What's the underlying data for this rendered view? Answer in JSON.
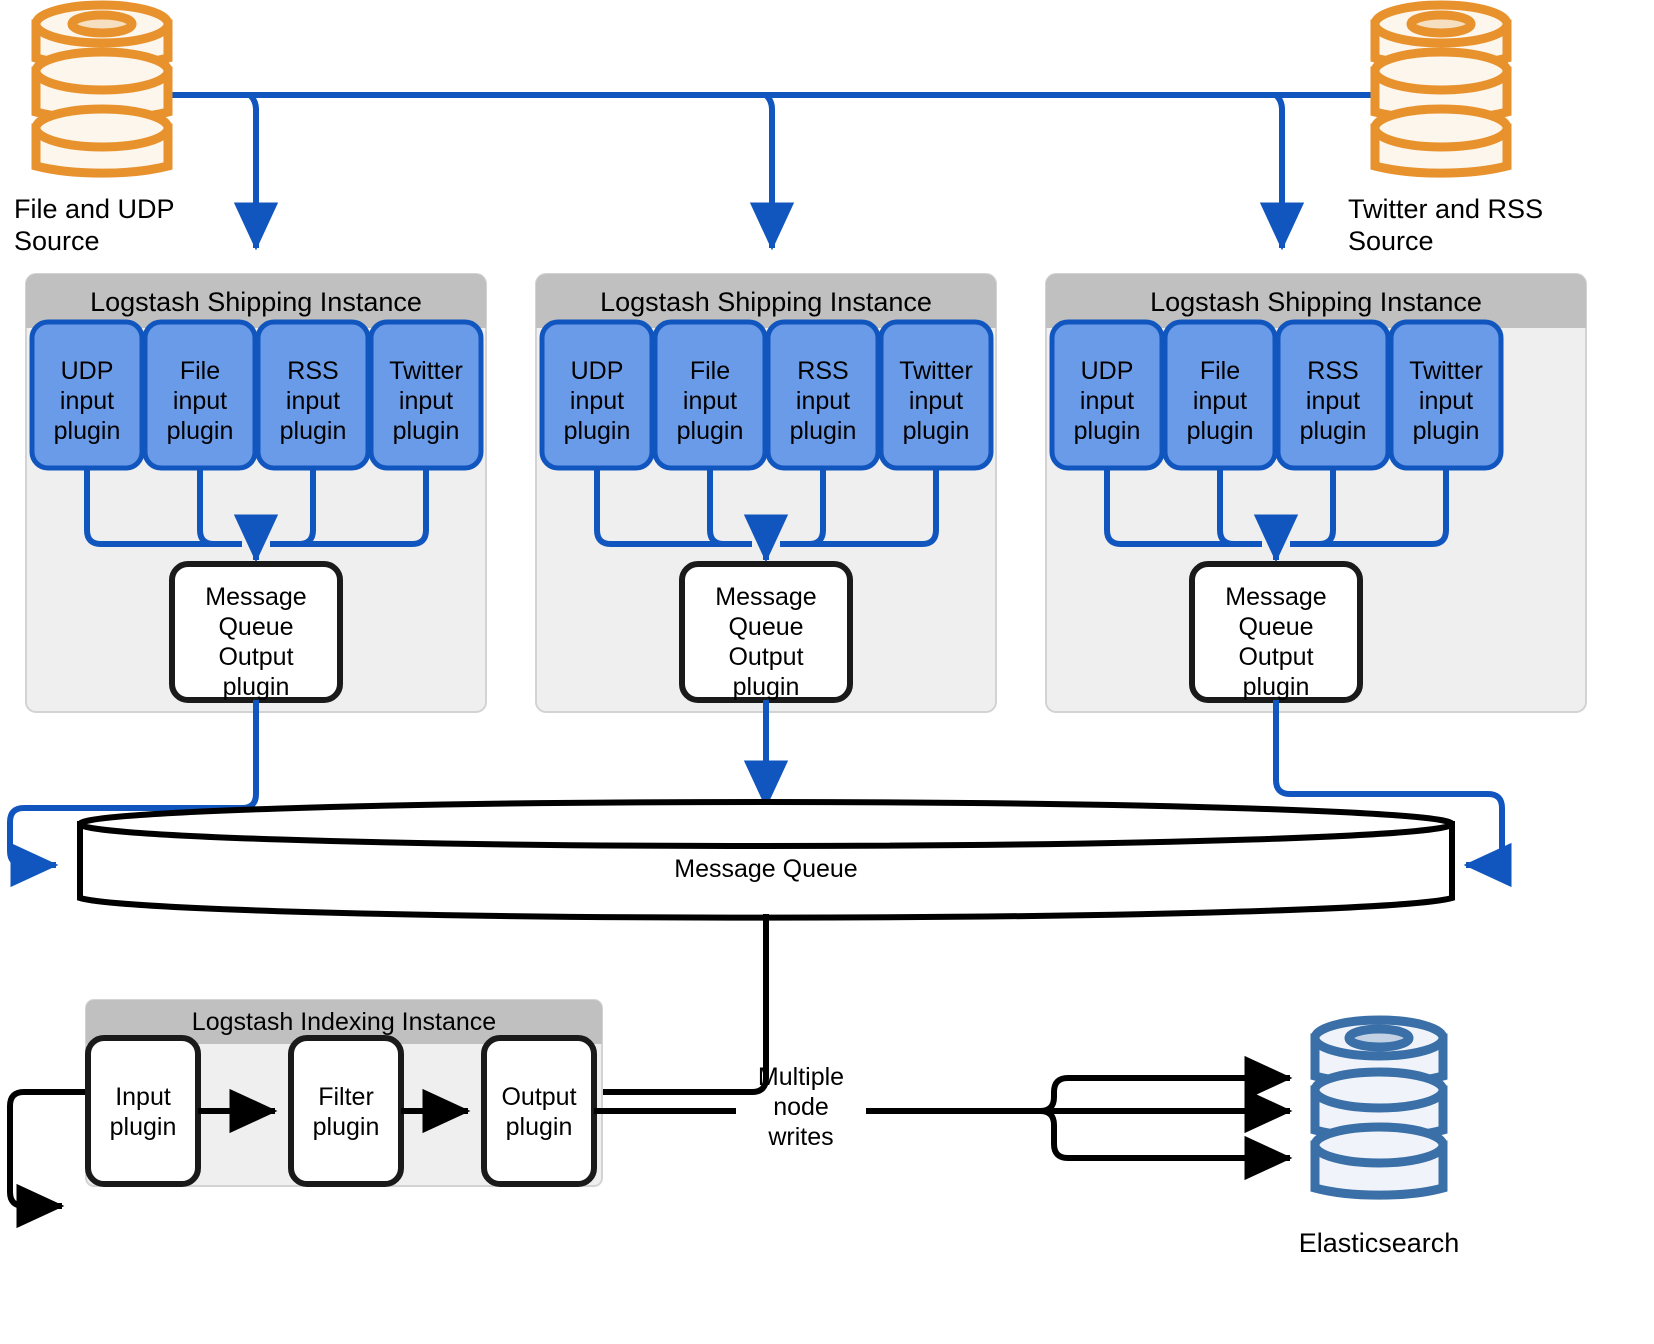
{
  "diagram": {
    "title": "Logstash shipping and indexing architecture",
    "colors": {
      "blue_line": "#1156BF",
      "blue_plugin_fill": "#6A9BE8",
      "black_line": "#000000",
      "panel_header_grey": "#C0C0C0",
      "panel_body_grey": "#EFEFEF",
      "orange_cylinder": "#E8922E",
      "blue_cylinder": "#3B6FA8"
    }
  },
  "sources": [
    {
      "id": "file-udp-source",
      "label_line1": "File and UDP",
      "label_line2": "Source",
      "icon": "database-cylinder-icon"
    },
    {
      "id": "twitter-rss-source",
      "label_line1": "Twitter and RSS",
      "label_line2": "Source",
      "icon": "database-cylinder-icon"
    }
  ],
  "shipping_instances": [
    {
      "header": "Logstash Shipping Instance",
      "plugins": [
        {
          "l1": "UDP",
          "l2": "input",
          "l3": "plugin"
        },
        {
          "l1": "File",
          "l2": "input",
          "l3": "plugin"
        },
        {
          "l1": "RSS",
          "l2": "input",
          "l3": "plugin"
        },
        {
          "l1": "Twitter",
          "l2": "input",
          "l3": "plugin"
        }
      ],
      "output": {
        "l1": "Message",
        "l2": "Queue",
        "l3": "Output",
        "l4": "plugin"
      }
    },
    {
      "header": "Logstash Shipping Instance",
      "plugins": [
        {
          "l1": "UDP",
          "l2": "input",
          "l3": "plugin"
        },
        {
          "l1": "File",
          "l2": "input",
          "l3": "plugin"
        },
        {
          "l1": "RSS",
          "l2": "input",
          "l3": "plugin"
        },
        {
          "l1": "Twitter",
          "l2": "input",
          "l3": "plugin"
        }
      ],
      "output": {
        "l1": "Message",
        "l2": "Queue",
        "l3": "Output",
        "l4": "plugin"
      }
    },
    {
      "header": "Logstash Shipping Instance",
      "plugins": [
        {
          "l1": "UDP",
          "l2": "input",
          "l3": "plugin"
        },
        {
          "l1": "File",
          "l2": "input",
          "l3": "plugin"
        },
        {
          "l1": "RSS",
          "l2": "input",
          "l3": "plugin"
        },
        {
          "l1": "Twitter",
          "l2": "input",
          "l3": "plugin"
        }
      ],
      "output": {
        "l1": "Message",
        "l2": "Queue",
        "l3": "Output",
        "l4": "plugin"
      }
    }
  ],
  "message_queue": {
    "label": "Message Queue",
    "shape": "cylinder-horizontal"
  },
  "indexing_instance": {
    "header": "Logstash Indexing Instance",
    "stages": [
      {
        "l1": "Input",
        "l2": "plugin"
      },
      {
        "l1": "Filter",
        "l2": "plugin"
      },
      {
        "l1": "Output",
        "l2": "plugin"
      }
    ]
  },
  "multiple_node_writes": {
    "l1": "Multiple",
    "l2": "node",
    "l3": "writes"
  },
  "elasticsearch": {
    "label": "Elasticsearch",
    "icon": "database-cylinder-icon"
  }
}
